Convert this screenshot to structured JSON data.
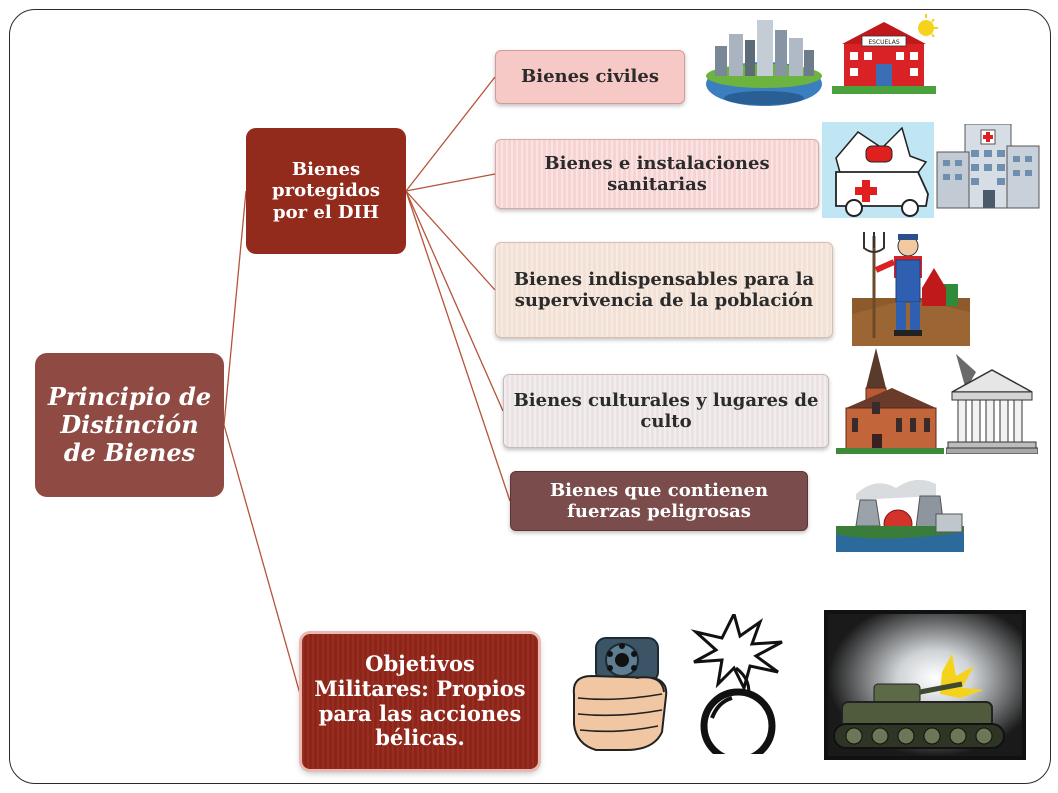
{
  "root": {
    "label": "Principio de Distinción de Bienes"
  },
  "protected": {
    "label": "Bienes protegidos por el DIH"
  },
  "leaves": [
    {
      "label": "Bienes civiles"
    },
    {
      "label": "Bienes e instalaciones sanitarias"
    },
    {
      "label": "Bienes indispensables para la supervivencia de la población"
    },
    {
      "label": "Bienes culturales y lugares de culto"
    },
    {
      "label": "Bienes que contienen fuerzas peligrosas"
    }
  ],
  "military": {
    "label": "Objetivos Militares: Propios para las acciones bélicas."
  },
  "clipart": {
    "school_sign": "ESCUELAS",
    "icons": [
      "city-globe-icon",
      "school-icon",
      "ambulance-icon",
      "hospital-icon",
      "farmer-icon",
      "church-icon",
      "temple-icon",
      "power-plant-icon",
      "revolver-icon",
      "bomb-icon",
      "tank-icon"
    ]
  },
  "colors": {
    "connector": "#b5543a",
    "root": "#8e4a43",
    "protected": "#922b1c",
    "military": "#8f2418"
  }
}
